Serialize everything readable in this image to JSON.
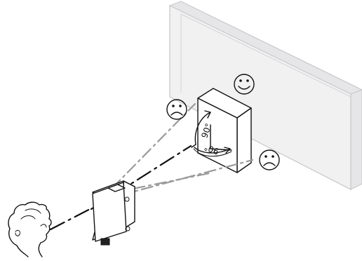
{
  "diagram": {
    "angle_label_vertical": "90°",
    "angle_label_horizontal": "90°",
    "status_top": "happy",
    "status_left": "sad",
    "status_right": "sad"
  },
  "icons": {
    "happy": "smiley-face-icon",
    "sad": "frown-face-icon"
  },
  "colors": {
    "beam_ok": "#111111",
    "beam_bad": "#9a9a9a",
    "wall": "#f1f1f2"
  }
}
